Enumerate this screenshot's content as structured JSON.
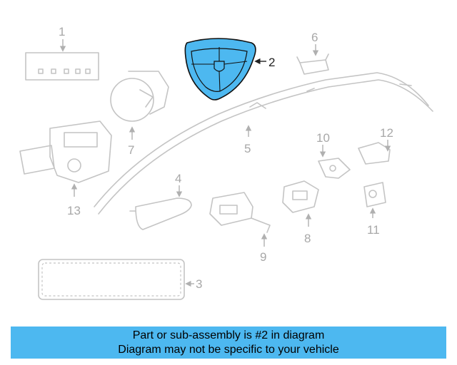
{
  "callouts": {
    "c1": "1",
    "c2": "2",
    "c3": "3",
    "c4": "4",
    "c5": "5",
    "c6": "6",
    "c7": "7",
    "c8": "8",
    "c9": "9",
    "c10": "10",
    "c11": "11",
    "c12": "12",
    "c13": "13"
  },
  "highlight_color": "#4db8f0",
  "banner": {
    "line1": "Part or sub-assembly is #2 in diagram",
    "line2": "Diagram may not be specific to your vehicle"
  }
}
